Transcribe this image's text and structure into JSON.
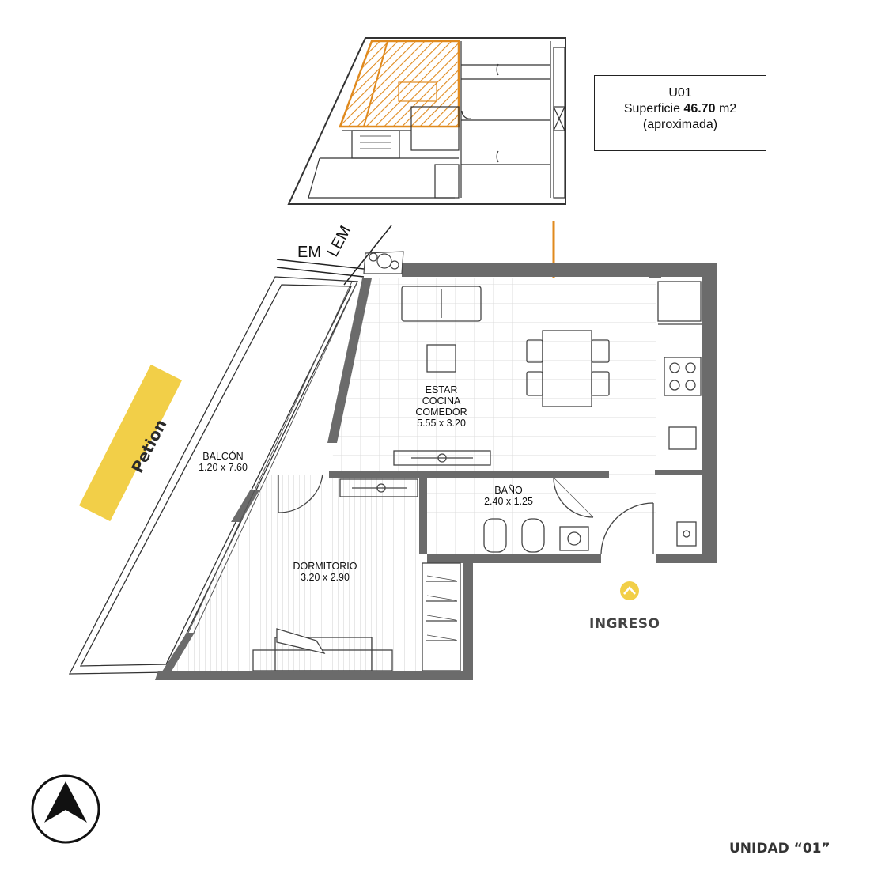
{
  "info": {
    "unit_code": "U01",
    "surface_prefix": "Superficie",
    "surface_value": "46.70",
    "surface_unit": "m2",
    "surface_note": "(aproximada)"
  },
  "lines": {
    "em": "EM",
    "lem": "LEM"
  },
  "street": {
    "name": "Petion",
    "color": "#F2CF48"
  },
  "rooms": {
    "estar": {
      "line1": "ESTAR",
      "line2": "COCINA",
      "line3": "COMEDOR",
      "dims": "5.55 x 3.20"
    },
    "bano": {
      "name": "BAÑO",
      "dims": "2.40 x 1.25"
    },
    "balcon": {
      "name": "BALCÓN",
      "dims": "1.20 x 7.60"
    },
    "dormitorio": {
      "name": "DORMITORIO",
      "dims": "3.20 x 2.90"
    }
  },
  "entrance": {
    "label": "INGRESO",
    "color": "#F2CF48"
  },
  "unit_title": "UNIDAD “01”",
  "colors": {
    "highlight": "#E08A1E",
    "wall": "#6b6b6b",
    "grid": "#d8d8d8"
  },
  "icons": {
    "north": "north-arrow-icon",
    "entrance": "entrance-chevron-icon"
  }
}
